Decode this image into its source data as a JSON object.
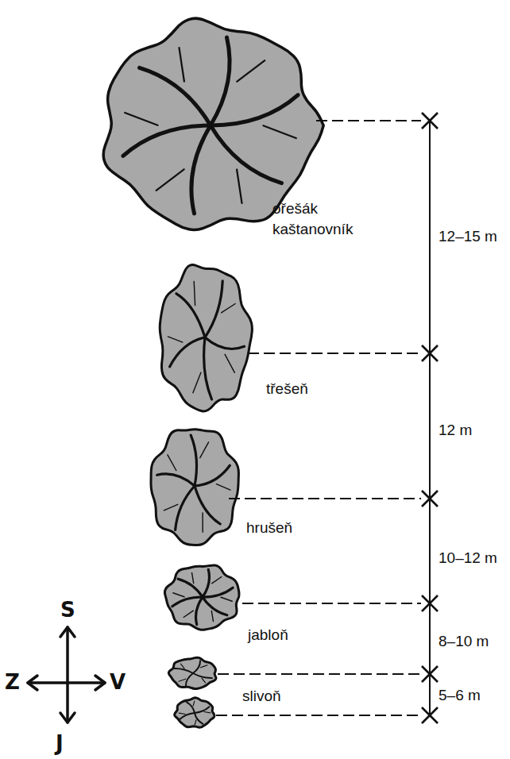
{
  "diagram": {
    "labels": [
      "ořešák kaštanovník",
      "třešeň",
      "hrušeň",
      "jabloň",
      "slivoň",
      "12–15 m",
      "12 m",
      "10–12 m",
      "8–10 m",
      "5–6 m",
      "S",
      "Z",
      "V",
      "J"
    ]
  }
}
